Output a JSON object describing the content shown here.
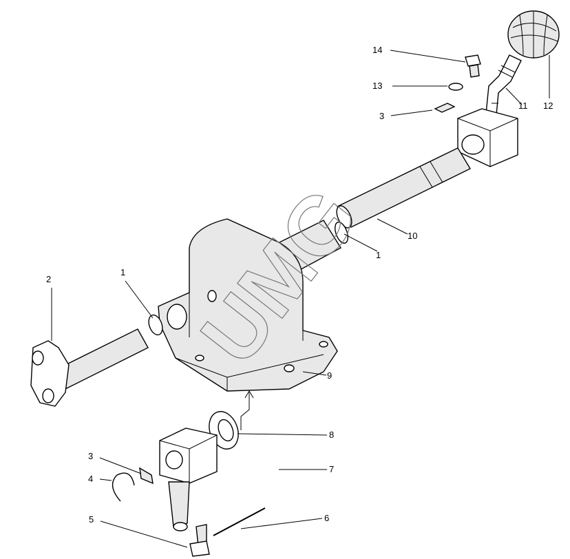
{
  "diagram": {
    "title": "Gear shift mechanism exploded view",
    "watermark": "UMG",
    "callouts": [
      {
        "id": "c14",
        "label": "14"
      },
      {
        "id": "c13",
        "label": "13"
      },
      {
        "id": "c3a",
        "label": "3"
      },
      {
        "id": "c11",
        "label": "11"
      },
      {
        "id": "c12",
        "label": "12"
      },
      {
        "id": "c10",
        "label": "10"
      },
      {
        "id": "c1a",
        "label": "1"
      },
      {
        "id": "c2",
        "label": "2"
      },
      {
        "id": "c1b",
        "label": "1"
      },
      {
        "id": "c9",
        "label": "9"
      },
      {
        "id": "c8",
        "label": "8"
      },
      {
        "id": "c7",
        "label": "7"
      },
      {
        "id": "c3b",
        "label": "3"
      },
      {
        "id": "c4",
        "label": "4"
      },
      {
        "id": "c5",
        "label": "5"
      },
      {
        "id": "c6",
        "label": "6"
      }
    ]
  }
}
